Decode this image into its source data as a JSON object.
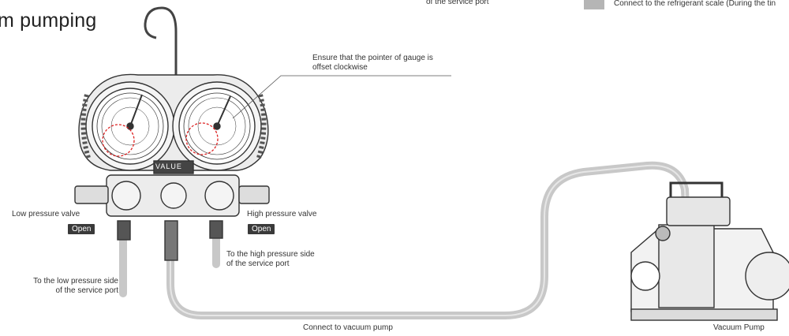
{
  "title": "m pumping",
  "top_labels": {
    "service_port_fragment": "of the service port",
    "scale_note": "Connect to the refrigerant scale (During the tin"
  },
  "gauge_note": {
    "line1": "Ensure that the pointer of gauge is",
    "line2": "offset clockwise"
  },
  "manifold_brand": "VALUE",
  "low_valve": {
    "label": "Low pressure valve",
    "state": "Open"
  },
  "high_valve": {
    "label": "High pressure valve",
    "state": "Open"
  },
  "high_side": {
    "line1": "To the high pressure side",
    "line2": "of the service port"
  },
  "low_side": {
    "line1": "To the low pressure side",
    "line2": "of the service port"
  },
  "hose_label": "Connect to vacuum pump",
  "pump_label": "Vacuum Pump",
  "colors": {
    "hose": "#c8c8c8",
    "scale_swatch": "#b5b5b5",
    "highlight": "#d22",
    "ink": "#333333"
  }
}
